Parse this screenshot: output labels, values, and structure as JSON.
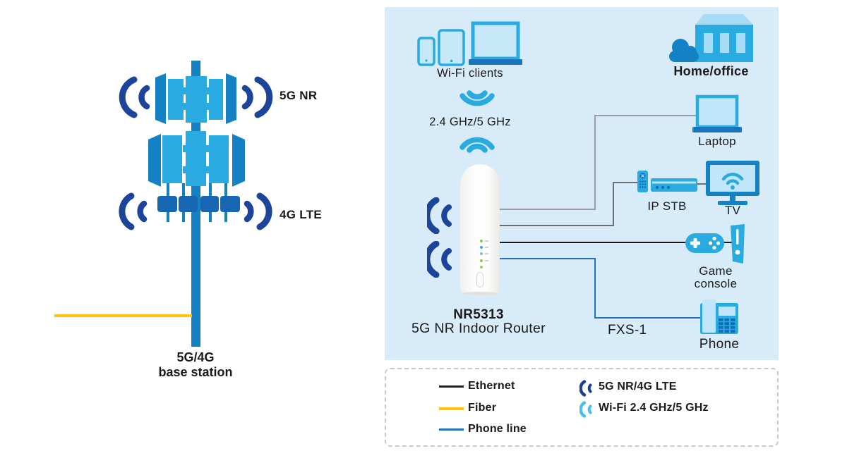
{
  "figure": {
    "title_hint": "5G NR indoor router network diagram"
  },
  "base_station": {
    "label_5g": "5G NR",
    "label_4g": "4G LTE",
    "caption_line1": "5G/4G",
    "caption_line2": "base station"
  },
  "panel": {
    "wifi_clients_label": "Wi-Fi clients",
    "band_label": "2.4 GHz/5 GHz",
    "router_model": "NR5313",
    "router_name": "5G NR Indoor Router",
    "home_office_label": "Home/office",
    "laptop_label": "Laptop",
    "ipstb_label": "IP STB",
    "tv_label": "TV",
    "game_label_line1": "Game",
    "game_label_line2": "console",
    "fxs_label": "FXS-1",
    "phone_label": "Phone"
  },
  "legend": {
    "ethernet_label": "Ethernet",
    "fiber_label": "Fiber",
    "phone_line_label": "Phone line",
    "cellular_label": "5G NR/4G LTE",
    "wifi_label": "Wi-Fi 2.4 GHz/5 GHz"
  },
  "colors": {
    "panel_bg": "#d8ebf9",
    "light_blue": "#29abe2",
    "pale_blue": "#c2e6f9",
    "mid_blue": "#1581c5",
    "deep_blue": "#1b75bc",
    "navy_arcs": "#1d449b",
    "dark_box_blue": "#1766b1",
    "fiber_yellow": "#ffc30b",
    "ethernet_black": "#231f20",
    "ethernet_gray_laptop": "#9b9ea1",
    "ethernet_gray_stb": "#6d6e71",
    "phone_line_blue": "#2470bd",
    "wifi_legend_blue": "#45c1f0"
  },
  "icons": {
    "tower": "cell-tower-icon",
    "signal": "cellular-signal-arcs-icon",
    "wifi": "wifi-arcs-icon",
    "devices": [
      "smartphone-icon",
      "tablet-icon",
      "laptop-icon",
      "home-office-building-icon",
      "ip-stb-icon",
      "tv-icon",
      "game-console-icon",
      "desk-phone-icon",
      "indoor-router-icon"
    ]
  }
}
